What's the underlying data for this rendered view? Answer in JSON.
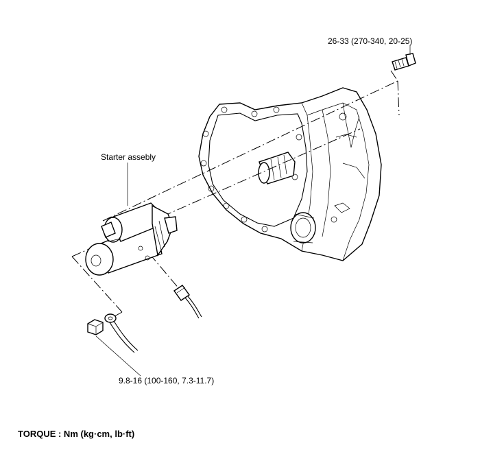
{
  "labels": {
    "bolt_torque": "26-33 (270-340, 20-25)",
    "starter": "Starter assebly",
    "nut_torque": "9.8-16 (100-160, 7.3-11.7)",
    "torque_units": "TORQUE : Nm (kg·cm, lb·ft)"
  }
}
